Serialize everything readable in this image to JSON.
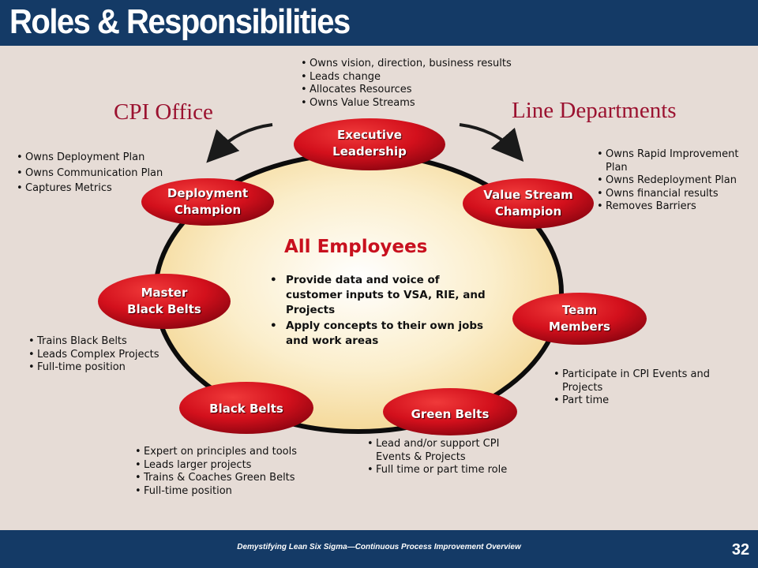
{
  "header": {
    "title": "Roles & Responsibilities"
  },
  "footer": {
    "caption": "Demystifying Lean Six Sigma—Continuous Process Improvement  Overview",
    "page_number": "32"
  },
  "groups": {
    "left": "CPI Office",
    "right": "Line Departments"
  },
  "center": {
    "title": "All Employees",
    "items": [
      "Provide data and voice of customer inputs to VSA, RIE, and Projects",
      "Apply concepts to their own jobs and work areas"
    ]
  },
  "roles": {
    "executive_leadership": {
      "label": "Executive\nLeadership",
      "items": [
        "Owns vision, direction, business results",
        "Leads change",
        "Allocates Resources",
        "Owns Value  Streams"
      ]
    },
    "value_stream_champion": {
      "label": "Value Stream\nChampion",
      "items": [
        "Owns Rapid Improvement Plan",
        "Owns Redeployment Plan",
        "Owns financial results",
        "Removes Barriers"
      ]
    },
    "team_members": {
      "label": "Team\nMembers",
      "items": [
        "Participate in CPI Events and Projects",
        "Part time"
      ]
    },
    "green_belts": {
      "label": "Green Belts",
      "items": [
        "Lead and/or support CPI Events & Projects",
        "Full time or part time role"
      ]
    },
    "black_belts": {
      "label": "Black Belts",
      "items": [
        "Expert on principles and tools",
        "Leads larger projects",
        "Trains & Coaches Green Belts",
        "Full-time position"
      ]
    },
    "master_black_belts": {
      "label": "Master\nBlack Belts",
      "items": [
        "Trains Black Belts",
        "Leads Complex Projects",
        "Full-time position"
      ]
    },
    "deployment_champion": {
      "label": "Deployment\nChampion",
      "items": [
        "Owns Deployment Plan",
        "Owns Communication Plan",
        "Captures Metrics"
      ]
    }
  },
  "colors": {
    "header_bar": "#143a66",
    "background": "#e6dcd6",
    "role_oval": "#c8101e",
    "group_label": "#9b1230",
    "center_title": "#c8101e",
    "center_fill": "#f6dfa6"
  }
}
